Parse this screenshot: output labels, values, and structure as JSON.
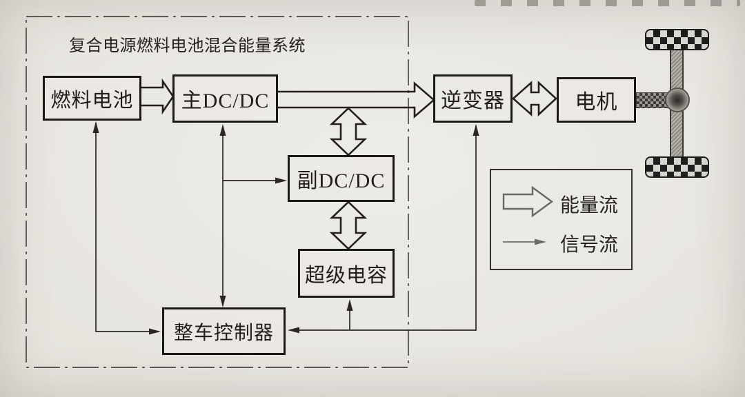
{
  "page": {
    "title": "复合电源燃料电池混合能量系统",
    "blocks": {
      "fuel_cell": "燃料电池",
      "main_dcdc": "主DC/DC",
      "aux_dcdc": "副DC/DC",
      "supercapacitor": "超级电容",
      "vehicle_controller": "整车控制器",
      "inverter": "逆变器",
      "motor": "电机"
    },
    "legend": {
      "energy_flow_label": "能量流",
      "signal_flow_label": "信号流"
    },
    "colors": {
      "ink": "#2b2823",
      "paper": "#e7e4de",
      "box_border": "#1b1916"
    }
  }
}
